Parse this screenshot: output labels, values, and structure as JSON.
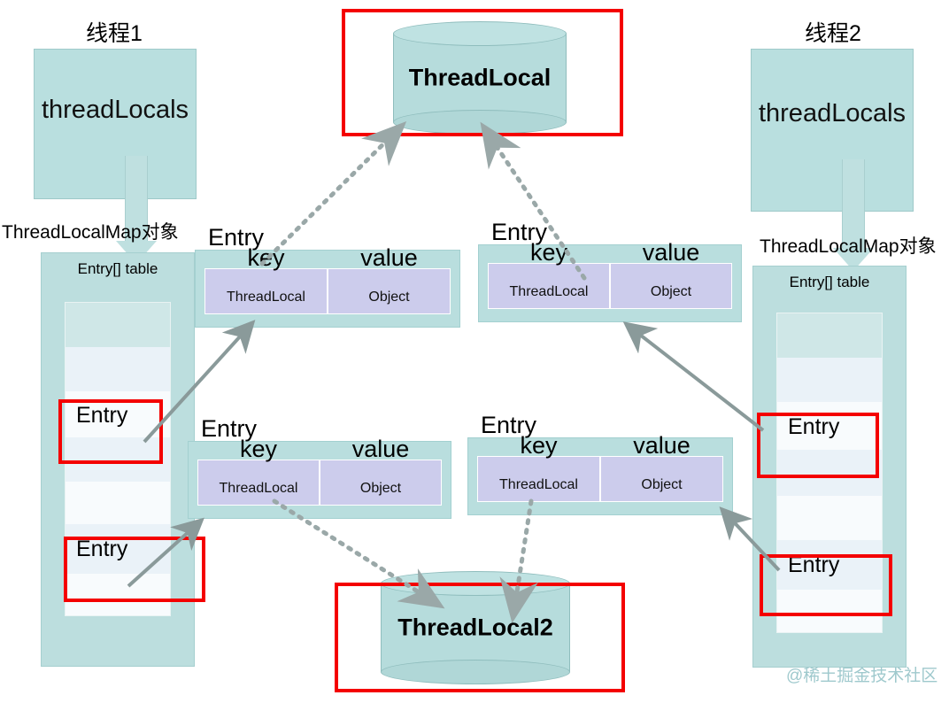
{
  "diagram": {
    "title": "ThreadLocal / ThreadLocalMap memory structure",
    "colors": {
      "teal_fill": "#b9dfdf",
      "teal_border": "#9ec9c9",
      "lavender_fill": "#ccccec",
      "highlight_red": "#f40000",
      "arrow_gray": "#8a9a9a",
      "watermark": "#9fc9cd"
    }
  },
  "threads": [
    {
      "title": "线程1",
      "field_label": "threadLocals",
      "map_label": "ThreadLocalMap对象",
      "table_caption": "Entry[] table",
      "slots": [
        "",
        "",
        "Entry",
        "",
        "",
        "Entry",
        ""
      ]
    },
    {
      "title": "线程2",
      "field_label": "threadLocals",
      "map_label": "ThreadLocalMap对象",
      "table_caption": "Entry[] table",
      "slots": [
        "",
        "",
        "Entry",
        "",
        "",
        "Entry",
        ""
      ]
    }
  ],
  "entries": [
    {
      "title": "Entry",
      "key_head": "key",
      "key_sub": "ThreadLocal",
      "value_head": "value",
      "value_sub": "Object"
    },
    {
      "title": "Entry",
      "key_head": "key",
      "key_sub": "ThreadLocal",
      "value_head": "value",
      "value_sub": "Object"
    },
    {
      "title": "Entry",
      "key_head": "key",
      "key_sub": "ThreadLocal",
      "value_head": "value",
      "value_sub": "Object"
    },
    {
      "title": "Entry",
      "key_head": "key",
      "key_sub": "ThreadLocal",
      "value_head": "value",
      "value_sub": "Object"
    }
  ],
  "objects": [
    {
      "label": "ThreadLocal"
    },
    {
      "label": "ThreadLocal2"
    }
  ],
  "watermark": "@稀土掘金技术社区"
}
